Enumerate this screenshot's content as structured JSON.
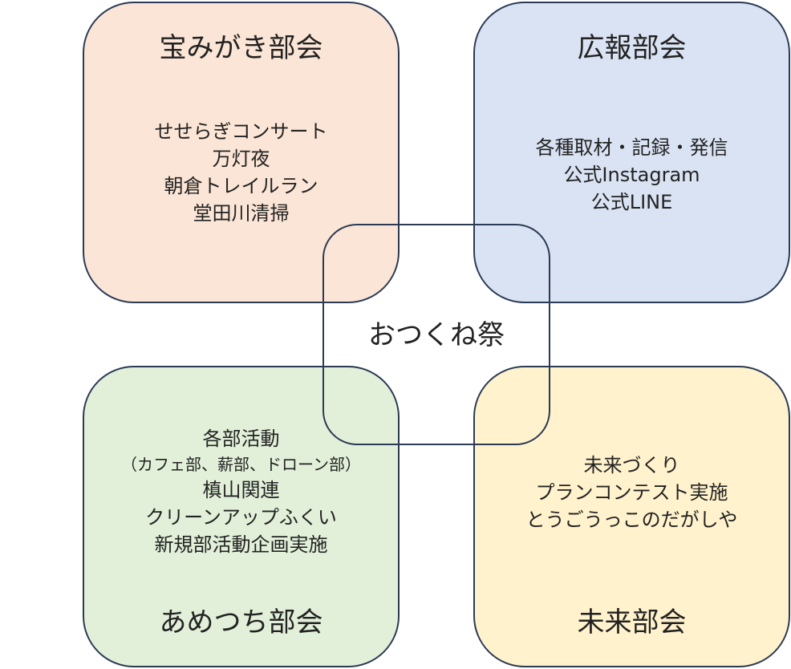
{
  "groups": {
    "top_left": {
      "title": "宝みがき部会",
      "color": "#fbe5d6",
      "items": [
        "せせらぎコンサート",
        "万灯夜",
        "朝倉トレイルラン",
        "堂田川清掃"
      ]
    },
    "top_right": {
      "title": "広報部会",
      "color": "#dae3f3",
      "items": [
        "各種取材・記録・発信",
        "公式Instagram",
        "公式LINE"
      ]
    },
    "bottom_left": {
      "title": "あめつち部会",
      "color": "#e2f0d9",
      "items": [
        "各部活動",
        "（カフェ部、薪部、ドローン部）",
        "槙山関連",
        "クリーンアップふくい",
        "新規部活動企画実施"
      ]
    },
    "bottom_right": {
      "title": "未来部会",
      "color": "#fff2cc",
      "items": [
        "未来づくり",
        "プランコンテスト実施",
        "とうごうっこのだがしや"
      ]
    }
  },
  "center": {
    "label": "おつくね祭"
  }
}
